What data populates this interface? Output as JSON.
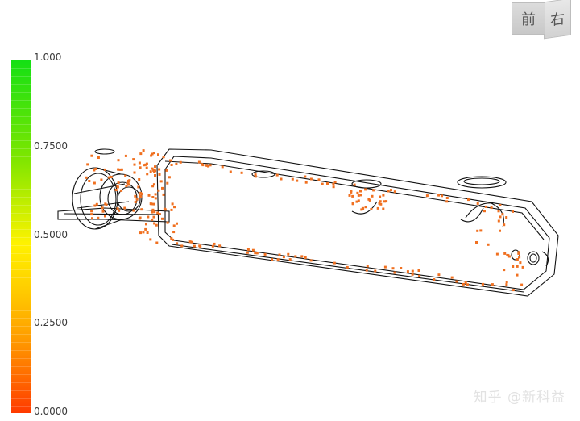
{
  "legend": {
    "ticks": [
      "1.000",
      "0.7500",
      "0.5000",
      "0.2500",
      "0.0000"
    ],
    "gradient_colors": [
      "#14e014",
      "#d8f000",
      "#fff200",
      "#ffa000",
      "#ff3a00"
    ]
  },
  "view_cube": {
    "front_label": "前",
    "right_label": "右"
  },
  "model": {
    "outline_color": "#111111",
    "particle_color": "#f07020",
    "icon": "mold-cavity-wireframe"
  },
  "watermark": "知乎 @新科益"
}
